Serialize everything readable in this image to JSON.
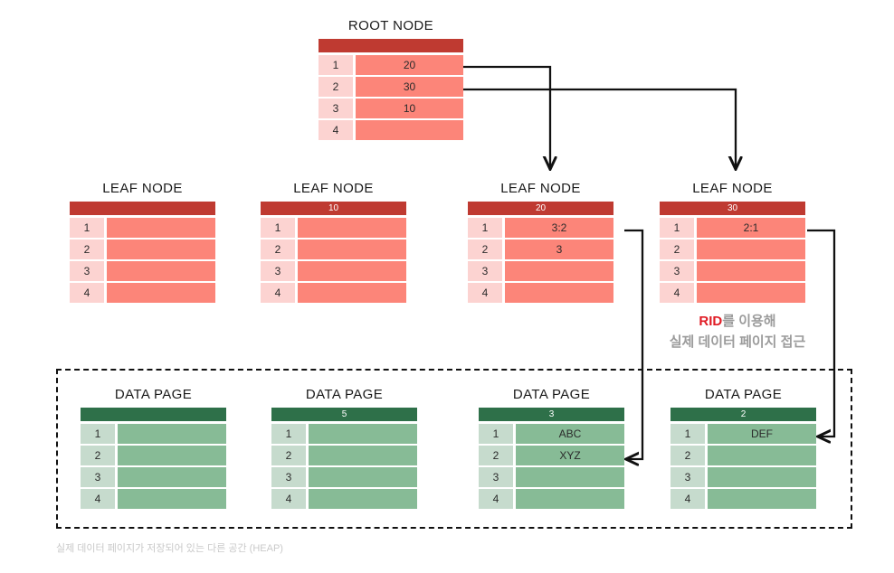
{
  "diagram": {
    "title_root": "ROOT NODE",
    "title_leaf": "LEAF NODE",
    "title_data_page": "DATA PAGE",
    "heap_caption": "실제 데이터 페이지가 저장되어 있는 다른 공간 (HEAP)",
    "rid_note": {
      "keyword": "RID",
      "line1_rest": "를 이용해",
      "line2": "실제 데이터 페이지 접근"
    },
    "colors": {
      "index_header": "#bf3a31",
      "index_key_cell": "#fcd3d1",
      "index_value_cell": "#fc8579",
      "data_header": "#2e7049",
      "data_key_cell": "#c6dbcd",
      "data_value_cell": "#87bb96",
      "connector": "#111111",
      "rid_keyword": "#e01b24",
      "note_text": "#9b9b9b",
      "caption_text": "#c9c9c9"
    }
  },
  "root_node": {
    "title": "ROOT NODE",
    "header": "",
    "rows": [
      {
        "idx": "1",
        "value": "20"
      },
      {
        "idx": "2",
        "value": "30"
      },
      {
        "idx": "3",
        "value": "10"
      },
      {
        "idx": "4",
        "value": ""
      }
    ]
  },
  "leaf_nodes": [
    {
      "title": "LEAF NODE",
      "header": "",
      "rows": [
        {
          "idx": "1",
          "value": ""
        },
        {
          "idx": "2",
          "value": ""
        },
        {
          "idx": "3",
          "value": ""
        },
        {
          "idx": "4",
          "value": ""
        }
      ]
    },
    {
      "title": "LEAF NODE",
      "header": "10",
      "rows": [
        {
          "idx": "1",
          "value": ""
        },
        {
          "idx": "2",
          "value": ""
        },
        {
          "idx": "3",
          "value": ""
        },
        {
          "idx": "4",
          "value": ""
        }
      ]
    },
    {
      "title": "LEAF NODE",
      "header": "20",
      "rows": [
        {
          "idx": "1",
          "value": "3:2"
        },
        {
          "idx": "2",
          "value": "3"
        },
        {
          "idx": "3",
          "value": ""
        },
        {
          "idx": "4",
          "value": ""
        }
      ]
    },
    {
      "title": "LEAF NODE",
      "header": "30",
      "rows": [
        {
          "idx": "1",
          "value": "2:1"
        },
        {
          "idx": "2",
          "value": ""
        },
        {
          "idx": "3",
          "value": ""
        },
        {
          "idx": "4",
          "value": ""
        }
      ]
    }
  ],
  "data_pages": [
    {
      "title": "DATA PAGE",
      "header": "",
      "rows": [
        {
          "idx": "1",
          "value": ""
        },
        {
          "idx": "2",
          "value": ""
        },
        {
          "idx": "3",
          "value": ""
        },
        {
          "idx": "4",
          "value": ""
        }
      ]
    },
    {
      "title": "DATA PAGE",
      "header": "5",
      "rows": [
        {
          "idx": "1",
          "value": ""
        },
        {
          "idx": "2",
          "value": ""
        },
        {
          "idx": "3",
          "value": ""
        },
        {
          "idx": "4",
          "value": ""
        }
      ]
    },
    {
      "title": "DATA PAGE",
      "header": "3",
      "rows": [
        {
          "idx": "1",
          "value": "ABC"
        },
        {
          "idx": "2",
          "value": "XYZ"
        },
        {
          "idx": "3",
          "value": ""
        },
        {
          "idx": "4",
          "value": ""
        }
      ]
    },
    {
      "title": "DATA PAGE",
      "header": "2",
      "rows": [
        {
          "idx": "1",
          "value": "DEF"
        },
        {
          "idx": "2",
          "value": ""
        },
        {
          "idx": "3",
          "value": ""
        },
        {
          "idx": "4",
          "value": ""
        }
      ]
    }
  ]
}
